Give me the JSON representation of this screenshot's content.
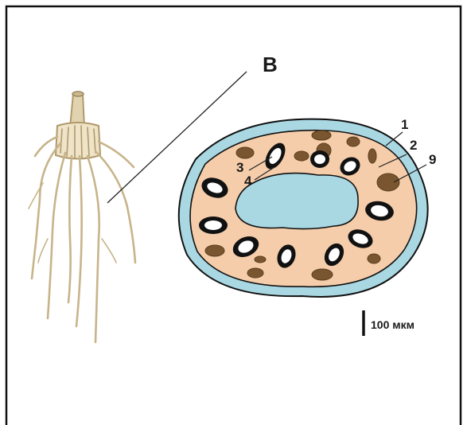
{
  "labels": {
    "panel_letter": "B",
    "n1": "1",
    "n2": "2",
    "n9": "9",
    "n3": "3",
    "n4": "4"
  },
  "scale_bar": {
    "text": "100 мкм"
  },
  "colors": {
    "frame": "#111111",
    "root": "#c7b48a",
    "root_dark": "#9c8760",
    "outer_layer": "#a9d8e3",
    "tissue": "#f5cdaa",
    "lumen": "#a9d8e3",
    "inclusion": "#7a5630",
    "cell": "#111111",
    "cell_fill": "#ffffff"
  }
}
